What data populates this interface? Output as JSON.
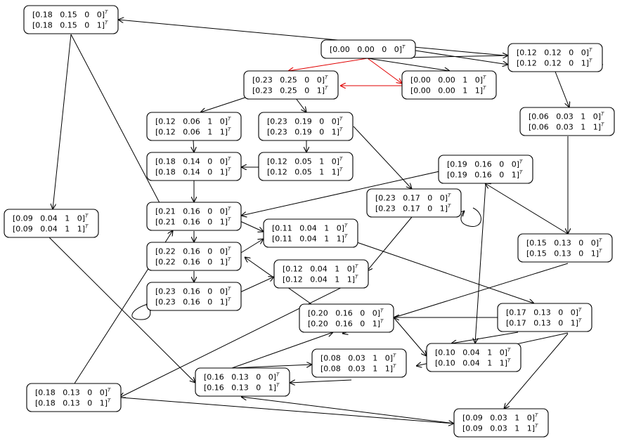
{
  "colors": {
    "default_edge": "#000000",
    "highlight_edge": "#e00000",
    "node_border": "#000000"
  },
  "nodes": [
    {
      "id": "n01",
      "lines": [
        "[0.18   0.15   0   0]",
        "[0.18   0.15   0   1]"
      ],
      "sup": "T"
    },
    {
      "id": "n02",
      "lines": [
        "[0.00   0.00   0   0]"
      ],
      "sup": "T"
    },
    {
      "id": "n03",
      "lines": [
        "[0.12   0.12   0   0]",
        "[0.12   0.12   0   1]"
      ],
      "sup": "T"
    },
    {
      "id": "n04",
      "lines": [
        "[0.23   0.25   0   0]",
        "[0.23   0.25   0   1]"
      ],
      "sup": "T"
    },
    {
      "id": "n05",
      "lines": [
        "[0.00   0.00   1   0]",
        "[0.00   0.00   1   1]"
      ],
      "sup": "T"
    },
    {
      "id": "n06",
      "lines": [
        "[0.12   0.06   1   0]",
        "[0.12   0.06   1   1]"
      ],
      "sup": "T"
    },
    {
      "id": "n07",
      "lines": [
        "[0.23   0.19   0   0]",
        "[0.23   0.19   0   1]"
      ],
      "sup": "T"
    },
    {
      "id": "n08",
      "lines": [
        "[0.06   0.03   1   0]",
        "[0.06   0.03   1   1]"
      ],
      "sup": "T"
    },
    {
      "id": "n09",
      "lines": [
        "[0.18   0.14   0   0]",
        "[0.18   0.14   0   1]"
      ],
      "sup": "T"
    },
    {
      "id": "n10",
      "lines": [
        "[0.12   0.05   1   0]",
        "[0.12   0.05   1   1]"
      ],
      "sup": "T"
    },
    {
      "id": "n11",
      "lines": [
        "[0.19   0.16   0   0]",
        "[0.19   0.16   0   1]"
      ],
      "sup": "T"
    },
    {
      "id": "n12",
      "lines": [
        "[0.23   0.17   0   0]",
        "[0.23   0.17   0   1]"
      ],
      "sup": "T"
    },
    {
      "id": "n13",
      "lines": [
        "[0.09   0.04   1   0]",
        "[0.09   0.04   1   1]"
      ],
      "sup": "T"
    },
    {
      "id": "n14",
      "lines": [
        "[0.21   0.16   0   0]",
        "[0.21   0.16   0   1]"
      ],
      "sup": "T"
    },
    {
      "id": "n15",
      "lines": [
        "[0.11   0.04   1   0]",
        "[0.11   0.04   1   1]"
      ],
      "sup": "T"
    },
    {
      "id": "n16",
      "lines": [
        "[0.15   0.13   0   0]",
        "[0.15   0.13   0   1]"
      ],
      "sup": "T"
    },
    {
      "id": "n17",
      "lines": [
        "[0.22   0.16   0   0]",
        "[0.22   0.16   0   1]"
      ],
      "sup": "T"
    },
    {
      "id": "n18",
      "lines": [
        "[0.12   0.04   1   0]",
        "[0.12   0.04   1   1]"
      ],
      "sup": "T"
    },
    {
      "id": "n19",
      "lines": [
        "[0.23   0.16   0   0]",
        "[0.23   0.16   0   1]"
      ],
      "sup": "T"
    },
    {
      "id": "n20",
      "lines": [
        "[0.20   0.16   0   0]",
        "[0.20   0.16   0   1]"
      ],
      "sup": "T"
    },
    {
      "id": "n21",
      "lines": [
        "[0.17   0.13   0   0]",
        "[0.17   0.13   0   1]"
      ],
      "sup": "T"
    },
    {
      "id": "n22",
      "lines": [
        "[0.10   0.04   1   0]",
        "[0.10   0.04   1   1]"
      ],
      "sup": "T"
    },
    {
      "id": "n23",
      "lines": [
        "[0.08   0.03   1   0]",
        "[0.08   0.03   1   1]"
      ],
      "sup": "T"
    },
    {
      "id": "n24",
      "lines": [
        "[0.16   0.13   0   0]",
        "[0.16   0.13   0   1]"
      ],
      "sup": "T"
    },
    {
      "id": "n25",
      "lines": [
        "[0.18   0.13   0   0]",
        "[0.18   0.13   0   1]"
      ],
      "sup": "T"
    },
    {
      "id": "n26",
      "lines": [
        "[0.09   0.03   1   0]",
        "[0.09   0.03   1   1]"
      ],
      "sup": "T"
    }
  ]
}
